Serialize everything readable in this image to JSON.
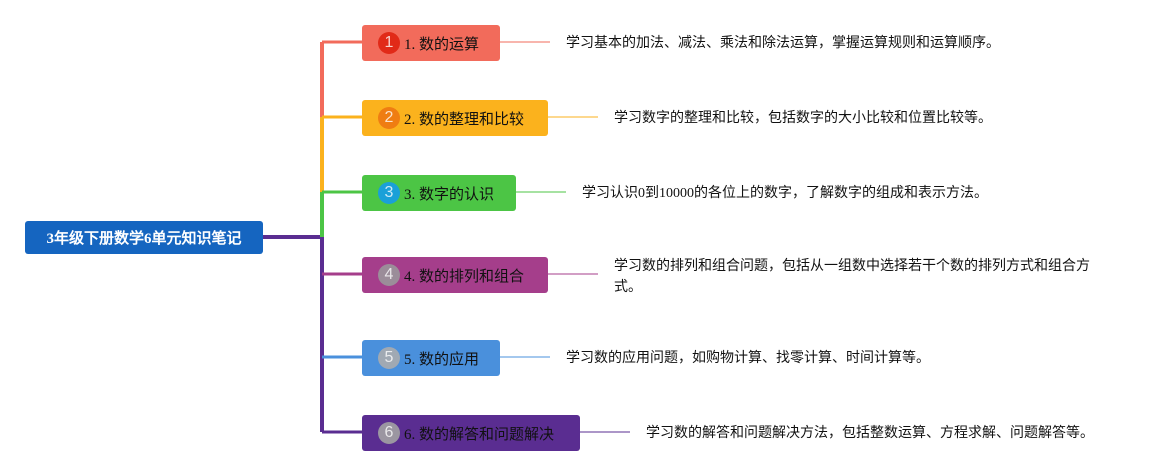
{
  "root": {
    "title": "3年级下册数学6单元知识笔记",
    "color": "#1565c0"
  },
  "branches": [
    {
      "number": "1",
      "label": "1. 数的运算",
      "desc": "学习基本的加法、减法、乘法和除法运算，掌握运算规则和运算顺序。",
      "color": "#f26b5b",
      "circle": "#e12a18"
    },
    {
      "number": "2",
      "label": "2. 数的整理和比较",
      "desc": "学习数字的整理和比较，包括数字的大小比较和位置比较等。",
      "color": "#fbb21d",
      "circle": "#ef7d12"
    },
    {
      "number": "3",
      "label": "3. 数字的认识",
      "desc": "学习认识0到10000的各位上的数字，了解数字的组成和表示方法。",
      "color": "#4cc545",
      "circle": "#1aa0d8"
    },
    {
      "number": "4",
      "label": "4. 数的排列和组合",
      "desc": "学习数的排列和组合问题，包括从一组数中选择若干个数的排列方式和组合方式。",
      "color": "#a53e8b",
      "circle": "#9b8d99"
    },
    {
      "number": "5",
      "label": "5. 数的应用",
      "desc": "学习数的应用问题，如购物计算、找零计算、时间计算等。",
      "color": "#4a90dc",
      "circle": "#a0a9b3"
    },
    {
      "number": "6",
      "label": "6. 数的解答和问题解决",
      "desc": "学习数的解答和问题解决方法，包括整数运算、方程求解、问题解答等。",
      "color": "#5a2d91",
      "circle": "#9b96a1"
    }
  ]
}
